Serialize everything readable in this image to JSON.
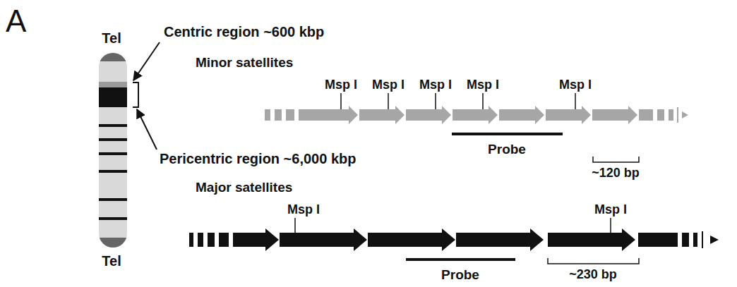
{
  "diagram": {
    "labels": [
      "A",
      "Tel",
      "Centric region ~600 kbp",
      "Minor satellites",
      "Msp I",
      "Msp I",
      "Msp I",
      "Msp I",
      "Msp I",
      "Probe",
      "~120 bp",
      "Pericentric region ~6,000 kbp",
      "Major satellites",
      "Msp I",
      "Msp I",
      "Probe",
      "~230 bp",
      "Tel"
    ]
  }
}
